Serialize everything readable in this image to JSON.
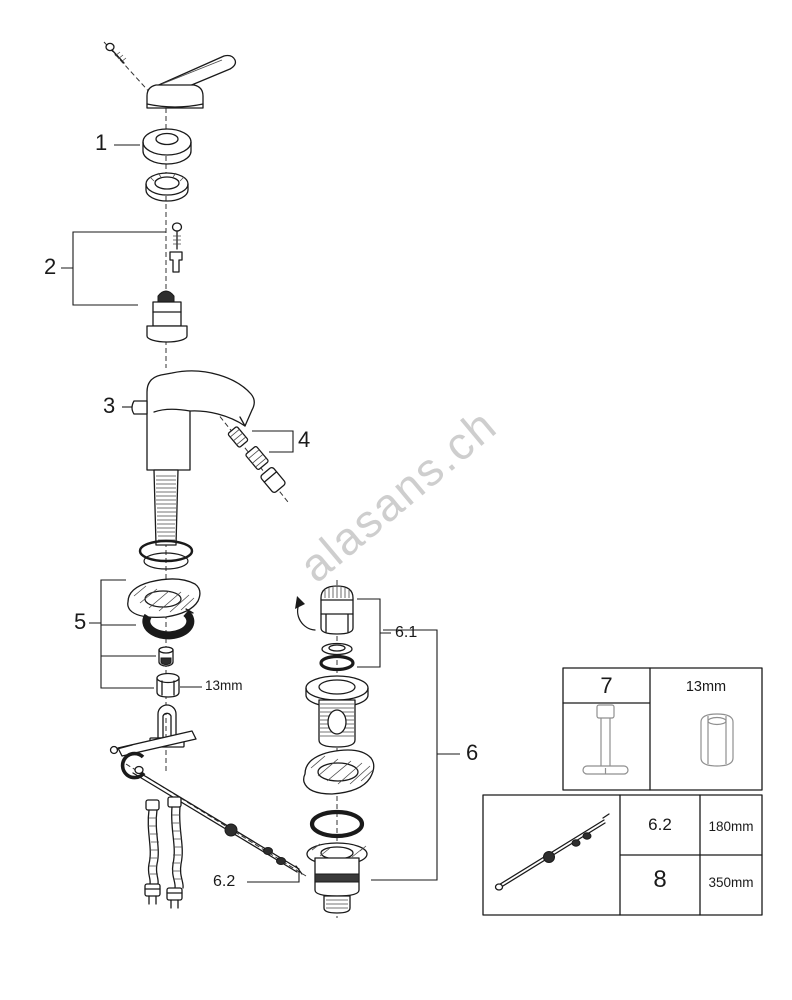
{
  "colors": {
    "background": "#ffffff",
    "line": "#1a1a1a",
    "watermark": "#9a9a9a"
  },
  "watermark": {
    "text": "alasans.ch"
  },
  "callouts": {
    "part1": "1",
    "part2": "2",
    "part3": "3",
    "part4": "4",
    "part5": "5",
    "part6": "6",
    "part6_1": "6.1",
    "part6_2": "6.2",
    "nut_size": "13mm"
  },
  "legend": {
    "tool_box": {
      "part": "7",
      "size": "13mm"
    },
    "rod_box": {
      "rows": [
        {
          "part": "6.2",
          "length": "180mm"
        },
        {
          "part": "8",
          "length": "350mm"
        }
      ]
    }
  }
}
